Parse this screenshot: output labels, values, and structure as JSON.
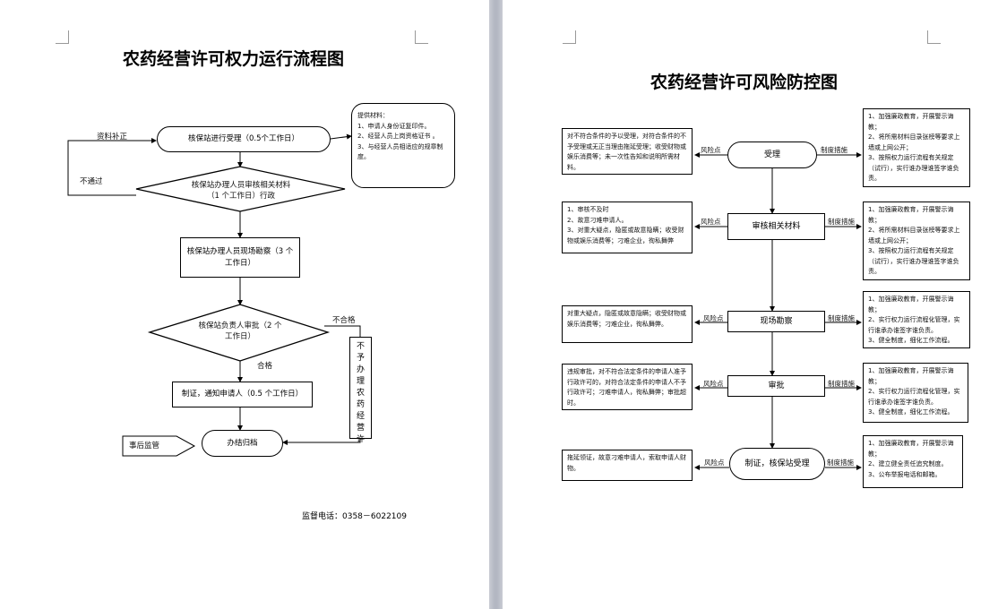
{
  "left_page": {
    "title": "农药经营许可权力运行流程图",
    "nodes": {
      "accept": "核保站进行受理（0.5个工作日）",
      "review": "核保站办理人员审核相关材料（1 个工作日）行政",
      "inspect": "核保站办理人员现场勘察（3 个工作日）",
      "approve": "核保站负责人审批（2 个工作日）",
      "issue": "制证，通知申请人（0.5 个工作日）",
      "archive": "办结归档",
      "supervision": "事后监管",
      "reject": [
        "不",
        "予",
        "办",
        "理",
        "农",
        "药",
        "经",
        "营",
        "许"
      ]
    },
    "materials": {
      "heading": "提供材料：",
      "items": [
        "1、申请人身份证复印件。",
        "2、经营人员上岗资格证书 。",
        "3、与经营人员相适应的规章制度。"
      ]
    },
    "labels": {
      "supplement": "资料补正",
      "not_passed": "不通过",
      "unqualified": "不合格",
      "qualified": "合格"
    },
    "phone": "监督电话：0358－6022109"
  },
  "right_page": {
    "title": "农药经营许可风险防控图",
    "risk_label": "风险点",
    "measure_label": "制度措施",
    "steps": [
      {
        "name": "受理",
        "risk": "对不符合条件的予以受理，对符合条件的不予受理或无正当理由拖延受理；收受财物或娱乐消费等；未一次性告知和说明所需材料。",
        "measures": [
          "1、加强廉政教育，开展警示诲教；",
          "2、将所需材料目录张榜等要求上墙或上网公开；",
          "3、按照权力运行流程有关规定（试行），实行谁办理谁签字谁负责。"
        ]
      },
      {
        "name": "审核相关材料",
        "risk": "1、审核不及时\n2、故意刁难申请人。\n3、对重大疑点，隐匿或故意隐瞒；收受财物或娱乐消费等；刁难企业，徇私舞弊",
        "measures": [
          "1、加强廉政教育，开展警示诲教；",
          "2、将所需材料目录张榜等要求上墙或上网公开；",
          "3、按照权力运行流程有关规定（试行），实行谁办理谁签字谁负责。"
        ]
      },
      {
        "name": "现场勘察",
        "risk": "对重大疑点，隐匿或故意隐瞒；收受财物或娱乐消费等；刁难企业，徇私舞弊。",
        "measures": [
          "1、加强廉政教育，开展警示诲教；",
          "2、实行权力运行流程化管理，实行谁承办谁签字谁负责。",
          "3、健全制度，细化工作流程。"
        ]
      },
      {
        "name": "审批",
        "risk": "违规审批，对不符合法定条件的申请人准予行政许可的，对符合法定条件的申请人不予行政许可；刁难申请人，徇私舞弊；审批超时。",
        "measures": [
          "1、加强廉政教育，开展警示诲教；",
          "2、实行权力运行流程化管理，实行谁承办谁签字谁负责。",
          "3、健全制度，细化工作流程。"
        ]
      },
      {
        "name": "制证，核保站受理",
        "risk": "拖延领证，故意刁难申请人，索取申请人财物。",
        "measures": [
          "1、加强廉政教育，开展警示诲教；",
          "2、建立健全责任追究制度。",
          "3、公布举报电话和邮箱。"
        ]
      }
    ]
  },
  "colors": {
    "divider": "#b3b7c2",
    "ink": "#000000",
    "crop_marks": "#999999"
  }
}
